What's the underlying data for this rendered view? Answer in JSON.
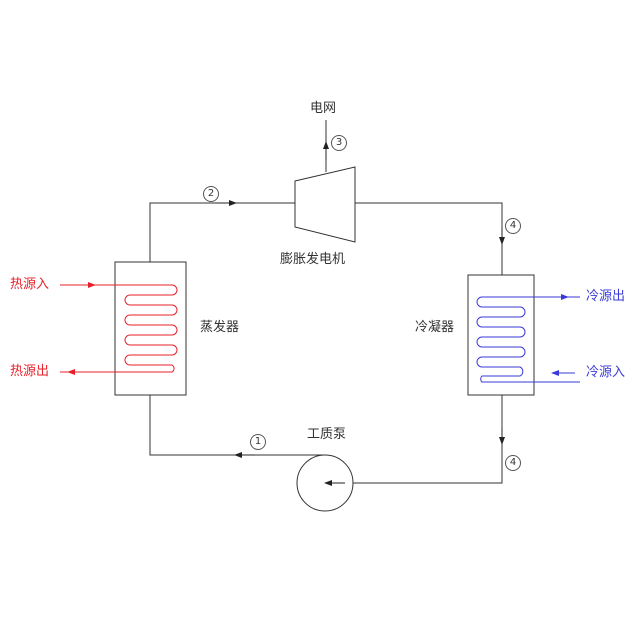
{
  "labels": {
    "grid": "电网",
    "expander": "膨胀发电机",
    "evaporator": "蒸发器",
    "condenser": "冷凝器",
    "pump": "工质泵",
    "heat_in": "热源入",
    "heat_out": "热源出",
    "cold_out": "冷源出",
    "cold_in": "冷源入"
  },
  "states": {
    "s1": "1",
    "s2": "2",
    "s3": "3",
    "s4a": "4",
    "s4b": "4"
  },
  "colors": {
    "line": "#333333",
    "heat": "#e8202a",
    "cold": "#3a3ad8"
  }
}
